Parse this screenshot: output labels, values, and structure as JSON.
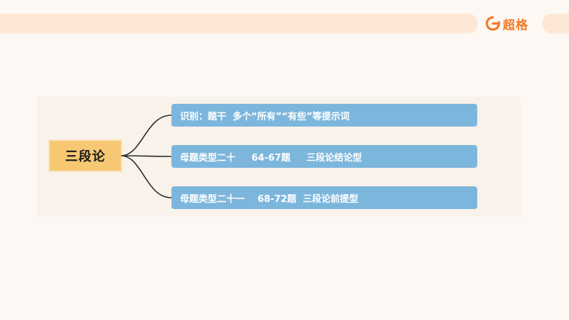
{
  "brand": {
    "name": "超格",
    "color": "#f27a2a",
    "logo_icon": "g-logo-icon"
  },
  "mindmap": {
    "root": "三段论",
    "branches": [
      {
        "label": "识别：题干  多个“所有”“有些”等提示词"
      },
      {
        "label": "母题类型二十     64-67题     三段论结论型"
      },
      {
        "label": "母题类型二十一    68-72题  三段论前提型"
      }
    ],
    "colors": {
      "root_fill": "#f7c873",
      "branch_fill": "#7db6dc",
      "connector": "#2b2b2b",
      "background": "#fdf8f3",
      "header_bar": "#fde8d6"
    }
  }
}
